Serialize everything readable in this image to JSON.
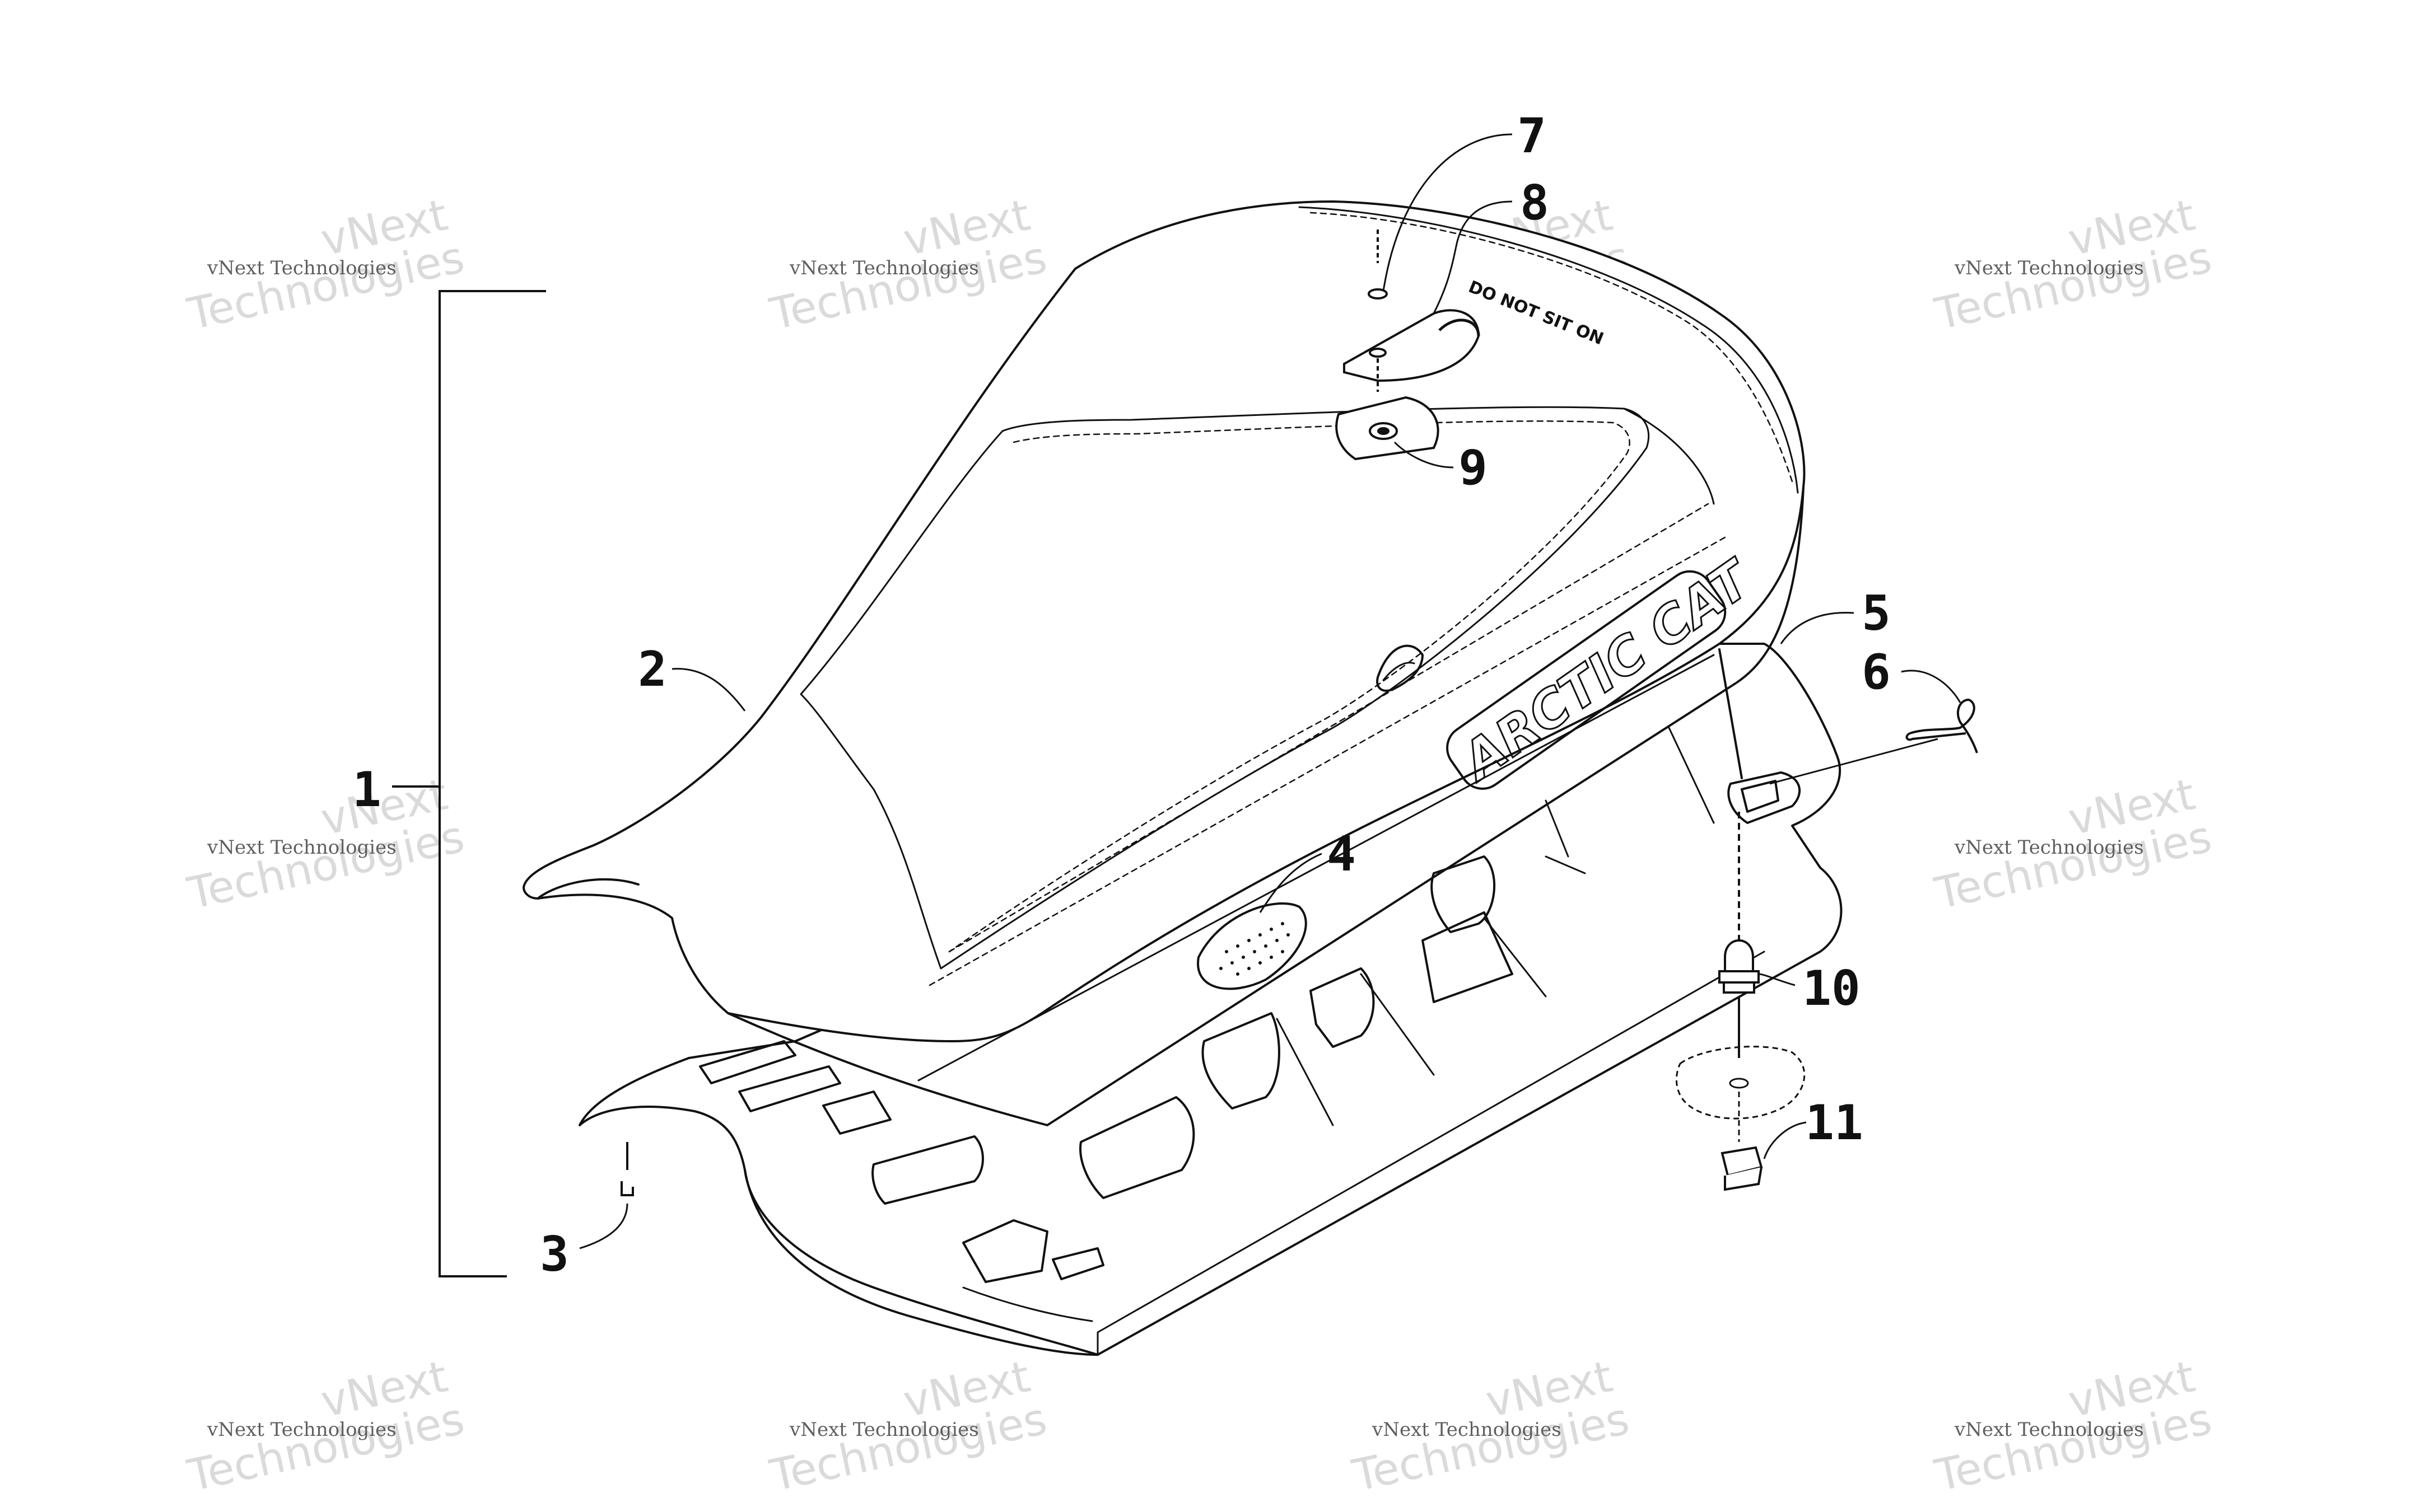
{
  "diagram": {
    "callouts": [
      "1",
      "2",
      "3",
      "4",
      "5",
      "6",
      "7",
      "8",
      "9",
      "10",
      "11"
    ],
    "seat_brand_text": "ARCTIC CAT",
    "seat_cap_text": "DO NOT SIT ON",
    "watermark": {
      "company": "vNext Technologies",
      "large_word": "Technologies",
      "small_word": "vNext"
    }
  }
}
